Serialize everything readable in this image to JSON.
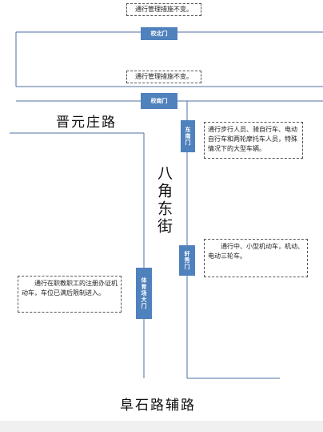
{
  "gates": {
    "north": "校北门",
    "south": "校南门",
    "east": "东南门",
    "east_small": "轩秀门",
    "west": "体育场大门"
  },
  "notes": {
    "north_note": "通行管理措施不变。",
    "south_note": "通行管理措施不变。",
    "east_note": "通行步行人员、骑自行车、电动自行车和两轮摩托车人员，特殊情况下的大型车辆。",
    "east_small_note": "通行中、小型机动车，机动、电动三轮车。",
    "west_note": "通行在职教职工的注册办证机动车，车位已满后限制进入。"
  },
  "roads": {
    "jinyuanzhuang": "晋元庄路",
    "bajiaodong": "八角东街",
    "fushi_fu": "阜石路辅路"
  },
  "colors": {
    "line": "#4f6fa5",
    "gate": "#4f81bd"
  }
}
